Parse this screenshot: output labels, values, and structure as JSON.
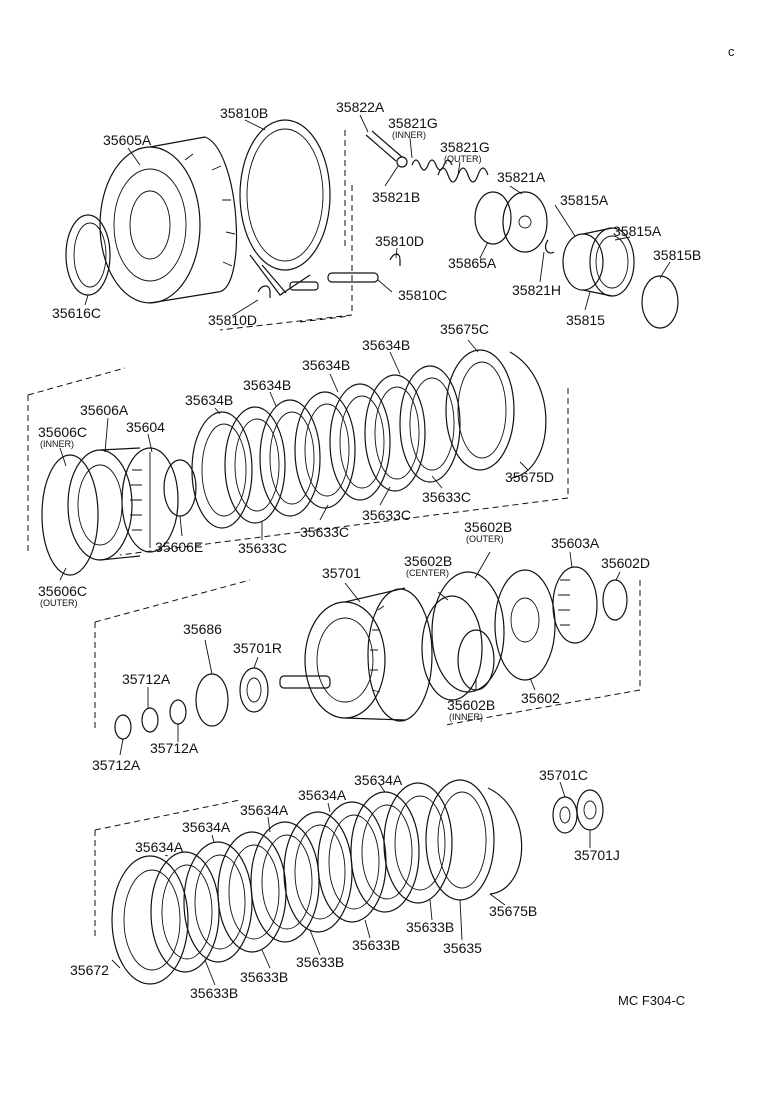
{
  "diagram": {
    "reference_code": "MC F304-C",
    "corner_mark": "c",
    "parts": [
      {
        "id": "p-35605A",
        "label": "35605A"
      },
      {
        "id": "p-35810B",
        "label": "35810B"
      },
      {
        "id": "p-35822A",
        "label": "35822A"
      },
      {
        "id": "p-35821G-inner",
        "label": "35821G",
        "note": "(INNER)"
      },
      {
        "id": "p-35821G-outer",
        "label": "35821G",
        "note": "(OUTER)"
      },
      {
        "id": "p-35821B",
        "label": "35821B"
      },
      {
        "id": "p-35821A",
        "label": "35821A"
      },
      {
        "id": "p-35815A-1",
        "label": "35815A"
      },
      {
        "id": "p-35815A-2",
        "label": "35815A"
      },
      {
        "id": "p-35815B",
        "label": "35815B"
      },
      {
        "id": "p-35810D-1",
        "label": "35810D"
      },
      {
        "id": "p-35865A",
        "label": "35865A"
      },
      {
        "id": "p-35821H",
        "label": "35821H"
      },
      {
        "id": "p-35815",
        "label": "35815"
      },
      {
        "id": "p-35810C",
        "label": "35810C"
      },
      {
        "id": "p-35616C",
        "label": "35616C"
      },
      {
        "id": "p-35810D-2",
        "label": "35810D"
      },
      {
        "id": "p-35675C",
        "label": "35675C"
      },
      {
        "id": "p-35634B-1",
        "label": "35634B"
      },
      {
        "id": "p-35634B-2",
        "label": "35634B"
      },
      {
        "id": "p-35634B-3",
        "label": "35634B"
      },
      {
        "id": "p-35634B-4",
        "label": "35634B"
      },
      {
        "id": "p-35606A",
        "label": "35606A"
      },
      {
        "id": "p-35606C-inner",
        "label": "35606C",
        "note": "(INNER)"
      },
      {
        "id": "p-35604",
        "label": "35604"
      },
      {
        "id": "p-35675D",
        "label": "35675D"
      },
      {
        "id": "p-35633C-1",
        "label": "35633C"
      },
      {
        "id": "p-35633C-2",
        "label": "35633C"
      },
      {
        "id": "p-35633C-3",
        "label": "35633C"
      },
      {
        "id": "p-35633C-4",
        "label": "35633C"
      },
      {
        "id": "p-35606E",
        "label": "35606E"
      },
      {
        "id": "p-35606C-outer",
        "label": "35606C",
        "note": "(OUTER)"
      },
      {
        "id": "p-35602B-outer",
        "label": "35602B",
        "note": "(OUTER)"
      },
      {
        "id": "p-35603A",
        "label": "35603A"
      },
      {
        "id": "p-35701",
        "label": "35701"
      },
      {
        "id": "p-35602B-center",
        "label": "35602B",
        "note": "(CENTER)"
      },
      {
        "id": "p-35602D",
        "label": "35602D"
      },
      {
        "id": "p-35686",
        "label": "35686"
      },
      {
        "id": "p-35701R",
        "label": "35701R"
      },
      {
        "id": "p-35712A-1",
        "label": "35712A"
      },
      {
        "id": "p-35602",
        "label": "35602"
      },
      {
        "id": "p-35602B-inner",
        "label": "35602B",
        "note": "(INNER)"
      },
      {
        "id": "p-35712A-2",
        "label": "35712A"
      },
      {
        "id": "p-35712A-3",
        "label": "35712A"
      },
      {
        "id": "p-35634A-1",
        "label": "35634A"
      },
      {
        "id": "p-35634A-2",
        "label": "35634A"
      },
      {
        "id": "p-35634A-3",
        "label": "35634A"
      },
      {
        "id": "p-35634A-4",
        "label": "35634A"
      },
      {
        "id": "p-35634A-5",
        "label": "35634A"
      },
      {
        "id": "p-35701C",
        "label": "35701C"
      },
      {
        "id": "p-35701J",
        "label": "35701J"
      },
      {
        "id": "p-35675B",
        "label": "35675B"
      },
      {
        "id": "p-35633B-1",
        "label": "35633B"
      },
      {
        "id": "p-35633B-2",
        "label": "35633B"
      },
      {
        "id": "p-35633B-3",
        "label": "35633B"
      },
      {
        "id": "p-35633B-4",
        "label": "35633B"
      },
      {
        "id": "p-35633B-5",
        "label": "35633B"
      },
      {
        "id": "p-35635",
        "label": "35635"
      },
      {
        "id": "p-35672",
        "label": "35672"
      }
    ]
  }
}
